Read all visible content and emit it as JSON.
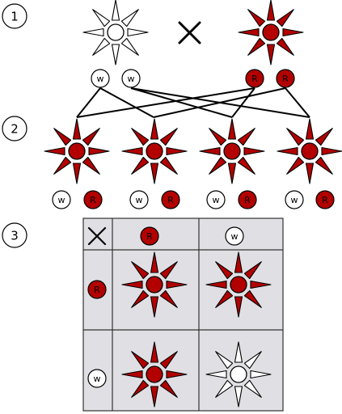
{
  "colors": {
    "red": "#b30000",
    "white": "#ffffff",
    "stroke": "#000000",
    "grid_fill": "#e0e0e4",
    "grid_border": "#333333"
  },
  "steps": [
    "1",
    "2",
    "3"
  ],
  "cross_symbol": "cross-icon",
  "parents": [
    {
      "phenotype": "white-flower",
      "alleles": [
        {
          "label": "w",
          "dominant": false
        },
        {
          "label": "w",
          "dominant": false
        }
      ]
    },
    {
      "phenotype": "red-flower",
      "alleles": [
        {
          "label": "R",
          "dominant": true
        },
        {
          "label": "R",
          "dominant": true
        }
      ]
    }
  ],
  "f1": [
    {
      "phenotype": "red-flower",
      "alleles": [
        {
          "label": "w",
          "dominant": false
        },
        {
          "label": "R",
          "dominant": true
        }
      ]
    },
    {
      "phenotype": "red-flower",
      "alleles": [
        {
          "label": "w",
          "dominant": false
        },
        {
          "label": "R",
          "dominant": true
        }
      ]
    },
    {
      "phenotype": "red-flower",
      "alleles": [
        {
          "label": "w",
          "dominant": false
        },
        {
          "label": "R",
          "dominant": true
        }
      ]
    },
    {
      "phenotype": "red-flower",
      "alleles": [
        {
          "label": "w",
          "dominant": false
        },
        {
          "label": "R",
          "dominant": true
        }
      ]
    }
  ],
  "punnett": {
    "columns": [
      {
        "label": "R",
        "dominant": true
      },
      {
        "label": "w",
        "dominant": false
      }
    ],
    "rows": [
      {
        "label": "R",
        "dominant": true
      },
      {
        "label": "w",
        "dominant": false
      }
    ],
    "cells": [
      [
        "red-flower",
        "red-flower"
      ],
      [
        "red-flower",
        "white-flower"
      ]
    ]
  }
}
